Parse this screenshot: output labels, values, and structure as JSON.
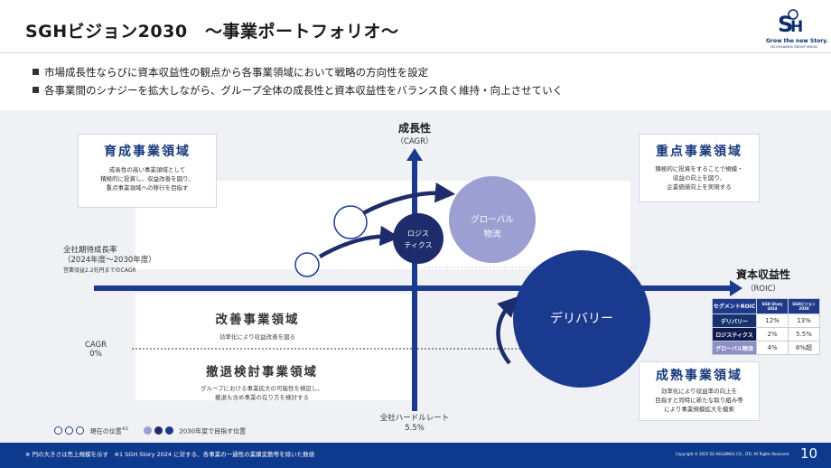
{
  "header": {
    "title": "SGHビジョン2030　～事業ポートフォリオ～",
    "logo_text": "Grow the new Story.",
    "logo_sub": "SG HOLDINGS GROUP VISION"
  },
  "bullets": [
    "市場成長性ならびに資本収益性の観点から各事業領域において戦略の方向性を設定",
    "各事業間のシナジーを拡大しながら、グループ全体の成長性と資本収益性をバランス良く維持・向上させていく"
  ],
  "axes": {
    "y_title": "成長性",
    "y_sub": "（CAGR）",
    "x_title": "資本収益性",
    "x_sub": "（ROIC）",
    "growth_label": [
      "全社期待成長率",
      "（2024年度～2030年度）"
    ],
    "growth_note": "営業収益2.2兆円までのCAGR",
    "cagr_label": [
      "CAGR",
      "0%"
    ],
    "hurdle_label": [
      "全社ハードルレート",
      "5.5%"
    ]
  },
  "quadrants": {
    "ikusei": {
      "title": "育成事業領域",
      "desc": [
        "成長性の高い事業領域として",
        "積極的に投資し、収益改善を図り、",
        "重点事業領域への移行を目指す"
      ]
    },
    "juten": {
      "title": "重点事業領域",
      "desc": [
        "積極的に投資をすることで規模・",
        "収益の向上を図り、",
        "企業価値向上を実現する"
      ]
    },
    "seijuku": {
      "title": "成熟事業領域",
      "desc": [
        "効率化により収益率の向上を",
        "目指すと同時に新たな取り組み等",
        "により事業規模拡大を模索"
      ]
    },
    "kaizen": {
      "title": "改善事業領域",
      "desc": [
        "効率化により収益改善を図る"
      ]
    },
    "tettai": {
      "title": "撤退検討事業領域",
      "desc": [
        "グループにおける事業拡大の可能性を検証し、",
        "撤退も含め事業の在り方を検討する"
      ]
    }
  },
  "chart_data": {
    "type": "scatter",
    "x_label": "資本収益性（ROIC）",
    "y_label": "成長性（CAGR）",
    "segments": [
      {
        "name": "ロジスティクス",
        "label": [
          "ロジス",
          "ティクス"
        ],
        "state": "2030"
      },
      {
        "name": "グローバル物流",
        "label": [
          "グローバル",
          "物流"
        ],
        "state": "2030"
      },
      {
        "name": "デリバリー",
        "label": [
          "デリバリー"
        ],
        "state": "2030"
      }
    ]
  },
  "roic_table": {
    "headers": [
      "セグメントROIC",
      "SGH Story 2024",
      "SGHビジョン 2030"
    ],
    "rows": [
      {
        "segment": "デリバリー",
        "story2024": "12%",
        "vision2030": "13%",
        "color": "#16336f"
      },
      {
        "segment": "ロジスティクス",
        "story2024": "2%",
        "vision2030": "5.5%",
        "color": "#101c50"
      },
      {
        "segment": "グローバル物流",
        "story2024": "4%",
        "vision2030": "8%超",
        "color": "#8a8fc4"
      }
    ]
  },
  "legend": {
    "current": "現在の位置",
    "current_mark": "※1",
    "target": "2030年度で目指す位置"
  },
  "footer": {
    "note": "※ 円の大きさは売上規模を示す　※1 SGH Story 2024 に対する、各事業の一過性の業績変動等を除いた数値",
    "copyright": "Copyright © 2025 SG HOLDINGS CO., LTD. All Rights Reserved.",
    "page": "10"
  },
  "colors": {
    "navy": "#1a3a8f",
    "dark_navy": "#1f2c6b",
    "lavender": "#9c9fd1",
    "footer_blue": "#0e3a8e"
  }
}
